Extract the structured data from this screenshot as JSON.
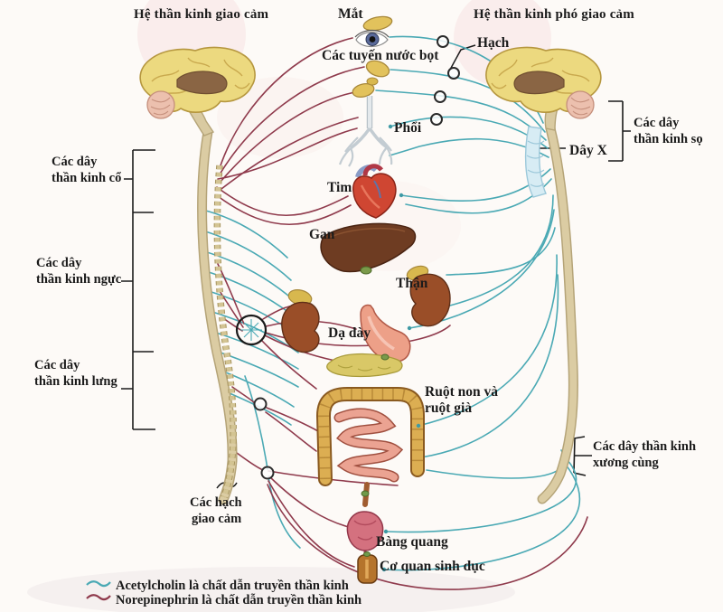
{
  "colors": {
    "title": "#c4302e",
    "acetylcholine": "#4aa9b4",
    "norepinephrine": "#8f3a4c",
    "text": "#1b1b1b"
  },
  "header": {
    "left_system": "Hệ thần kinh giao cảm",
    "right_system": "Hệ thần kinh phó giao cảm"
  },
  "organ_labels": {
    "eye": "Mắt",
    "salivary": "Các tuyến nước bọt",
    "ganglion": "Hạch",
    "lung": "Phổi",
    "heart": "Tim",
    "liver": "Gan",
    "kidney": "Thận",
    "stomach": "Dạ dày",
    "intestine_1": "Ruột non và",
    "intestine_2": "ruột già",
    "bladder": "Bàng quang",
    "genital": "Cơ quan sinh dục"
  },
  "nerve_labels": {
    "vagus": "Dây X",
    "cranial_1": "Các dây",
    "cranial_2": "thần kinh sọ",
    "cervical_1": "Các dây",
    "cervical_2": "thần kinh cổ",
    "thoracic_1": "Các dây",
    "thoracic_2": "thần kinh ngực",
    "lumbar_1": "Các dây",
    "lumbar_2": "thần kinh lưng",
    "sacral_1": "Các dây thần kinh",
    "sacral_2": "xương cùng",
    "symp_ganglia_1": "Các hạch",
    "symp_ganglia_2": "giao cảm"
  },
  "legend": {
    "items": [
      {
        "label": "Acetylcholin là chất dẫn truyền thần kinh",
        "color": "#4aa9b4"
      },
      {
        "label": "Norepinephrin là chất dẫn truyền thần kinh",
        "color": "#8f3a4c"
      }
    ]
  }
}
